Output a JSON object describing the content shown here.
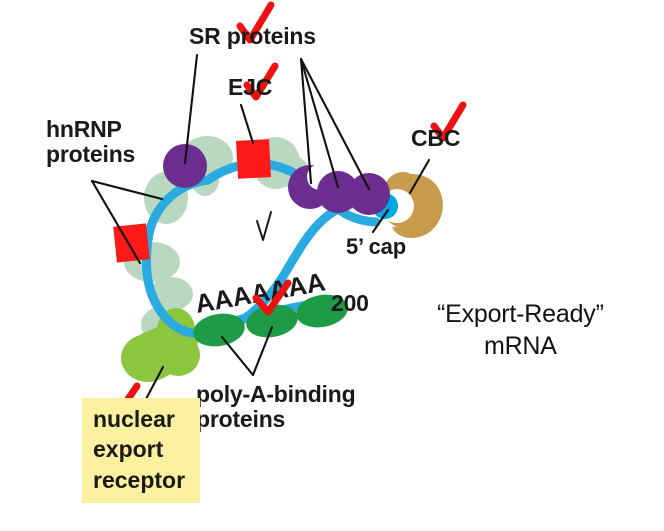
{
  "diagram": {
    "title_text": "“Export-Ready”\nmRNA",
    "center_check_symbol": "√",
    "labels": {
      "sr_proteins": "SR proteins",
      "ejc": "EJC",
      "hnrnp_proteins": "hnRNP\nproteins",
      "cbc": "CBC",
      "five_prime_cap": "5’ cap",
      "poly_a_sequence": "AAAAAAA",
      "poly_a_count": "200",
      "poly_a_binding_proteins": "poly-A-binding\nproteins",
      "nuclear_export_receptor": "nuclear\nexport\nreceptor"
    },
    "colors": {
      "mrna_strand_blue": "#29abe2",
      "hnrnp_purple": "#6b2d8f",
      "ejc_red": "#ff1a1a",
      "pale_green_protein": "#b8d8c0",
      "pabp_green": "#1e9b46",
      "export_receptor_green": "#8cc63f",
      "cbc_tan": "#c89b4c",
      "cap_blue": "#00a7e0",
      "highlight_yellow": "#faf0a0",
      "check_red": "#ee1111",
      "text_black": "#1a1a1a"
    },
    "check_marks": [
      "sr-proteins-check",
      "ejc-check",
      "cbc-check",
      "poly-a-check",
      "nuclear-export-check"
    ]
  }
}
